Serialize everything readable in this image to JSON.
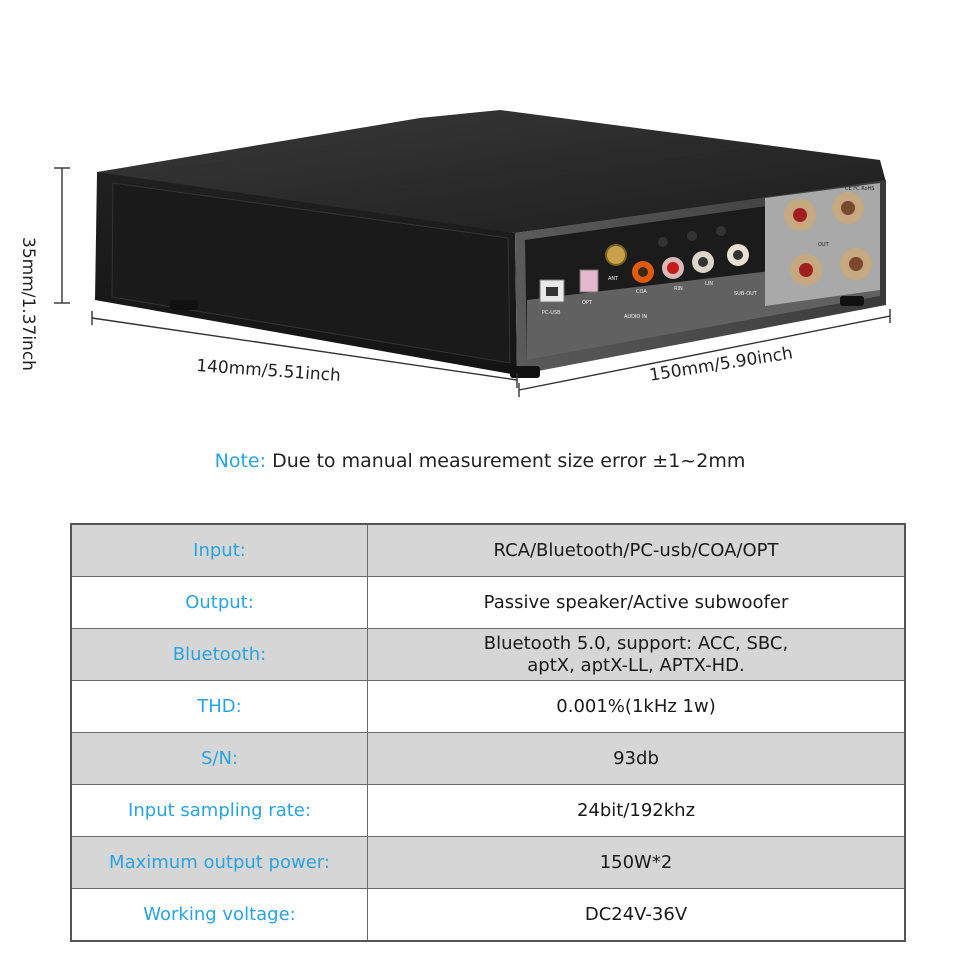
{
  "dimensions": {
    "height": "35mm/1.37inch",
    "width": "140mm/5.51inch",
    "depth": "150mm/5.90inch"
  },
  "panel_labels": {
    "pc_usb": "PC-USB",
    "opt": "OPT",
    "ant": "ANT",
    "coa": "COA",
    "r_in": "RIN",
    "l_in": "LIN",
    "audio_in": "AUDIO IN",
    "sub_out": "SUB-OUT",
    "out": "OUT",
    "cert": "CE FC RoHS"
  },
  "note": {
    "label": "Note:",
    "text": "Due to manual measurement size error ±1~2mm"
  },
  "specs": [
    {
      "label": "Input:",
      "value": "RCA/Bluetooth/PC-usb/COA/OPT"
    },
    {
      "label": "Output:",
      "value": "Passive speaker/Active subwoofer"
    },
    {
      "label": "Bluetooth:",
      "value": "Bluetooth 5.0, support: ACC, SBC,\naptX, aptX-LL, APTX-HD."
    },
    {
      "label": "THD:",
      "value": "0.001%(1kHz 1w)"
    },
    {
      "label": "S/N:",
      "value": "93db"
    },
    {
      "label": "Input sampling rate:",
      "value": "24bit/192khz"
    },
    {
      "label": "Maximum output power:",
      "value": "150W*2"
    },
    {
      "label": "Working voltage:",
      "value": "DC24V-36V"
    }
  ]
}
